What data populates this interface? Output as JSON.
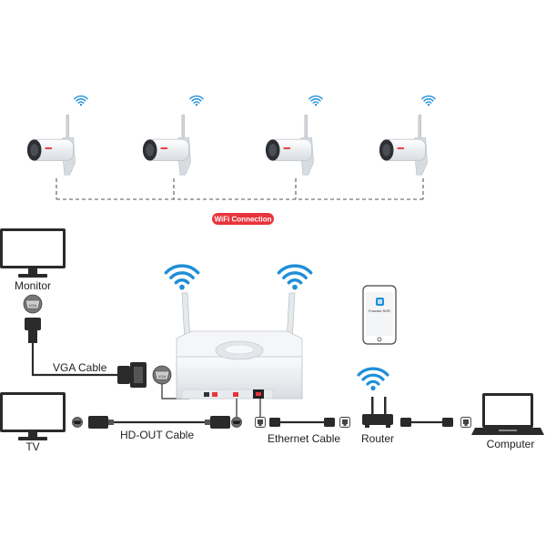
{
  "colors": {
    "accent_red": "#e8333a",
    "wifi_blue": "#1f8fd8",
    "cable_dark": "#2b2b2b",
    "device_light": "#eef1f4"
  },
  "diagram": {
    "wifi_connection_label": "WiFi Connection",
    "cameras": [
      "camera-1",
      "camera-2",
      "camera-3",
      "camera-4"
    ],
    "labels": {
      "monitor": "Monitor",
      "vga_cable": "VGA Cable",
      "tv": "TV",
      "hdout_cable": "HD-OUT Cable",
      "ethernet_cable": "Ethernet Cable",
      "router": "Router",
      "computer": "Computer"
    },
    "connector_text": {
      "vga_port": "VGA"
    },
    "phone_app_label": "Foscam NVR"
  }
}
